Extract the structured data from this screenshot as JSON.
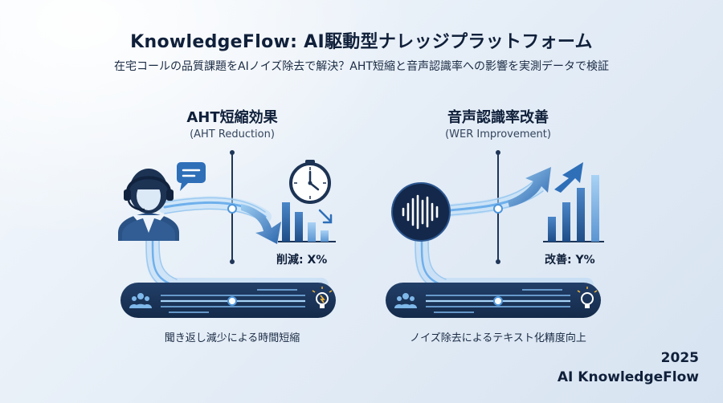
{
  "header": {
    "title": "KnowledgeFlow: AI駆動型ナレッジプラットフォーム",
    "subtitle": "在宅コールの品質課題をAIノイズ除去で解決？AHT短縮と音声認識率への影響を実測データで検証"
  },
  "left_panel": {
    "title": "AHT短縮効果",
    "subtitle": "(AHT Reduction)",
    "metric": "削減: X%",
    "caption": "聞き返し減少による時間短縮"
  },
  "right_panel": {
    "title": "音声認識率改善",
    "subtitle": "(WER Improvement)",
    "metric": "改善: Y%",
    "caption": "ノイズ除去によるテキスト化精度向上"
  },
  "footer": {
    "year": "2025",
    "brand": "AI KnowledgeFlow"
  },
  "icons": {
    "left": [
      "operator-headset-icon",
      "chat-bubble-icon",
      "clock-icon",
      "down-arrow-icon",
      "team-icon",
      "lightbulb-icon"
    ],
    "right": [
      "sound-wave-icon",
      "up-arrow-icon",
      "team-icon",
      "lightbulb-icon"
    ]
  },
  "colors": {
    "accent": "#2e6fb8",
    "dark": "#1c3f6e",
    "glow": "#8fc3ef"
  }
}
